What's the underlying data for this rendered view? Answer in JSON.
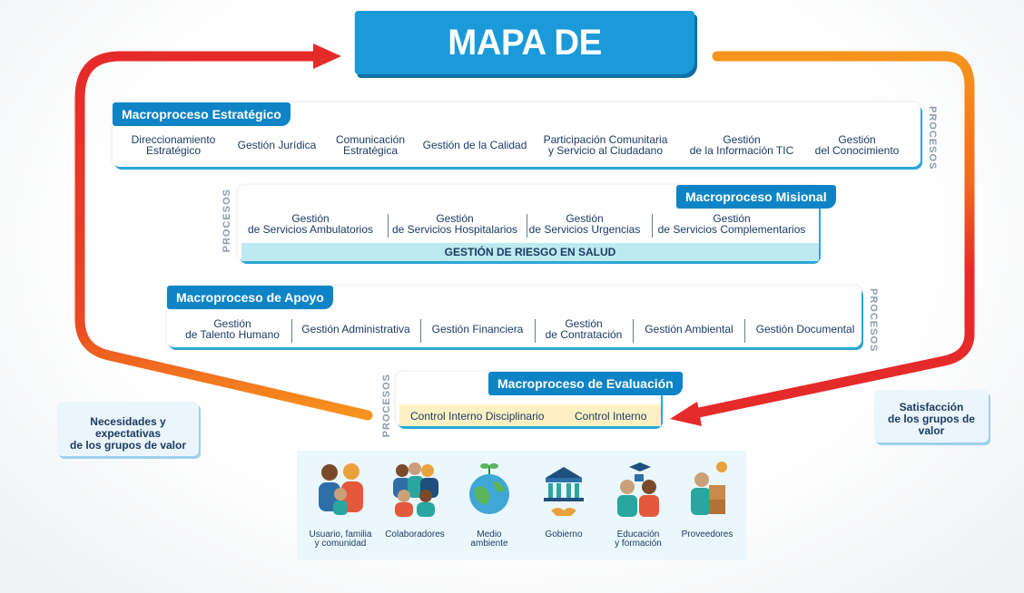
{
  "title": "MAPA DE PROCESOS",
  "procesos_label": "PROCESOS",
  "estrategico": {
    "tag": "Macroproceso Estratégico",
    "items": [
      [
        "Direccionamiento",
        "Estratégico"
      ],
      [
        "Gestión Jurídica"
      ],
      [
        "Comunicación",
        "Estratégica"
      ],
      [
        "Gestión de la Calidad"
      ],
      [
        "Participación Comunitaria",
        "y Servicio al Ciudadano"
      ],
      [
        "Gestión",
        "de la Información TIC"
      ],
      [
        "Gestión",
        "del Conocimiento"
      ]
    ]
  },
  "misional": {
    "tag": "Macroproceso Misional",
    "items": [
      [
        "Gestión",
        "de Servicios Ambulatorios"
      ],
      [
        "Gestión",
        "de Servicios Hospitalarios"
      ],
      [
        "Gestión",
        "de Servicios Urgencias"
      ],
      [
        "Gestión",
        "de Servicios Complementarios"
      ]
    ],
    "band": "GESTIÓN DE RIESGO EN SALUD"
  },
  "apoyo": {
    "tag": "Macroproceso de Apoyo",
    "items": [
      [
        "Gestión",
        "de Talento Humano"
      ],
      [
        "Gestión Administrativa"
      ],
      [
        "Gestión Financiera"
      ],
      [
        "Gestión",
        "de Contratación"
      ],
      [
        "Gestión Ambiental"
      ],
      [
        "Gestión Documental"
      ]
    ]
  },
  "evaluacion": {
    "tag": "Macroproceso  de Evaluación",
    "items": [
      "Control Interno Disciplinario",
      "Control Interno"
    ]
  },
  "left_box": [
    "Necesidades y expectativas",
    "de los grupos de valor"
  ],
  "right_box": [
    "Satisfacción",
    "de los grupos de valor"
  ],
  "groups": [
    {
      "label": [
        "Usuario, familia",
        "y comunidad"
      ],
      "icon": "family-icon"
    },
    {
      "label": [
        "Colaboradores"
      ],
      "icon": "team-icon"
    },
    {
      "label": [
        "Medio",
        "ambiente"
      ],
      "icon": "globe-plant-icon"
    },
    {
      "label": [
        "Gobierno"
      ],
      "icon": "government-building-icon"
    },
    {
      "label": [
        "Educación",
        "y formación"
      ],
      "icon": "education-icon"
    },
    {
      "label": [
        "Proveedores"
      ],
      "icon": "supplier-icon"
    }
  ],
  "colors": {
    "primary_blue": "#0e84c6",
    "title_blue": "#1a9ad9",
    "text_navy": "#1c3a63",
    "band_cyan": "#bdeaf0",
    "eval_yellow": "#fdf1c4",
    "arrow_red": "#e52a2a",
    "arrow_orange": "#f7941d"
  }
}
